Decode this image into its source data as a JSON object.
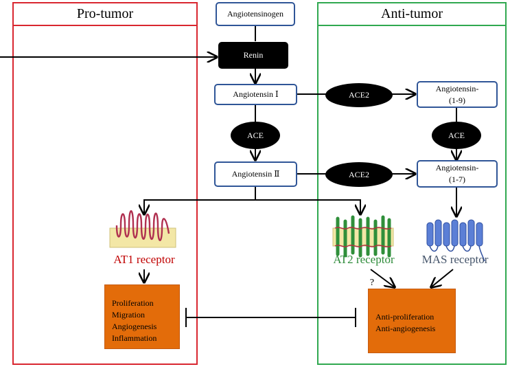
{
  "panels": {
    "pro_tumor": {
      "title": "Pro-tumor",
      "color": "#d9262f"
    },
    "anti_tumor": {
      "title": "Anti-tumor",
      "color": "#2fa84f"
    }
  },
  "nodes": {
    "angiotensinogen": "Angiotensinogen",
    "renin": "Renin",
    "angiotensin_1": "Angiotensin Ⅰ",
    "angiotensin_2": "Angiotensin Ⅱ",
    "angiotensin_1_9": [
      "Angiotensin-",
      "(1-9)"
    ],
    "angiotensin_1_7": [
      "Angiotensin-",
      "(1-7)"
    ]
  },
  "enzymes": {
    "ace2_top": "ACE2",
    "ace_left": "ACE",
    "ace_right": "ACE",
    "ace2_bottom": "ACE2"
  },
  "receptors": {
    "at1": {
      "label": "AT1 receptor",
      "color": "#c00000"
    },
    "at2": {
      "label": "AT2 receptor",
      "color": "#2e8b3a"
    },
    "mas": {
      "label": "MAS receptor",
      "color": "#44546a"
    }
  },
  "effects": {
    "pro": [
      "Proliferation",
      "Migration",
      "Angiogenesis",
      "Inflammation"
    ],
    "anti": [
      "Anti-proliferation",
      "Anti-angiogenesis"
    ]
  },
  "question_mark": "?",
  "colors": {
    "node_border": "#2f5597",
    "effect_box": "#e36c0a"
  }
}
